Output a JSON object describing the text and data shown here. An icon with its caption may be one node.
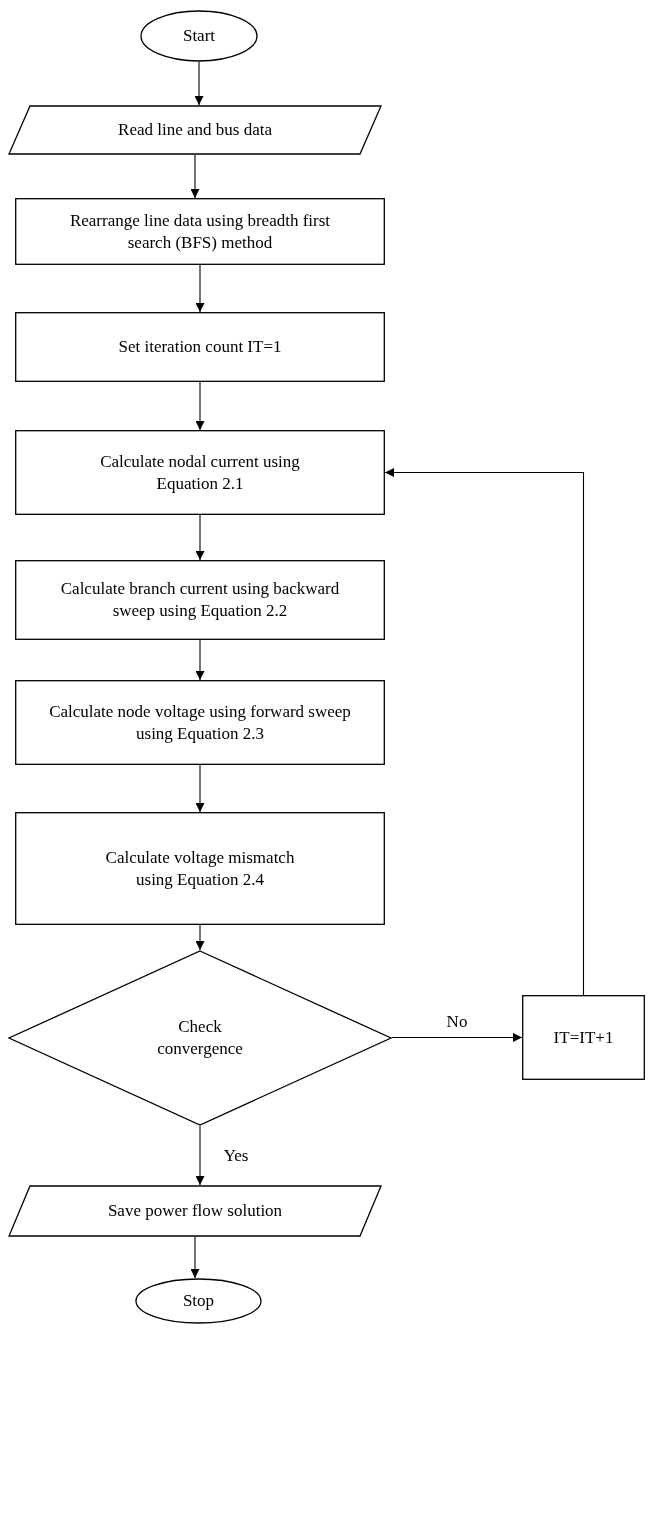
{
  "diagram": {
    "nodes": [
      {
        "text": [
          "Start"
        ]
      },
      {
        "text": [
          "Read line and bus data"
        ]
      },
      {
        "text": [
          "Rearrange line data using breadth first search (BFS) method"
        ]
      },
      {
        "text": [
          "Set iteration count IT=1"
        ]
      },
      {
        "text": [
          "Calculate nodal current using Equation 2.1"
        ]
      },
      {
        "text": [
          "Calculate branch current using backward sweep using Equation 2.2"
        ]
      },
      {
        "text": [
          "Calculate node voltage using forward sweep using Equation 2.3"
        ]
      },
      {
        "text": [
          "Calculate voltage mismatch using Equation 2.4"
        ]
      },
      {
        "text": [
          "Check convergence"
        ]
      },
      {
        "text": [
          "Save power flow solution"
        ]
      },
      {
        "text": [
          "Stop"
        ]
      },
      {
        "text": [
          "IT=IT+1"
        ]
      }
    ],
    "edges": [
      {
        "from": 0,
        "to": 1,
        "arrow": "to"
      },
      {
        "from": 1,
        "to": 2,
        "arrow": "to"
      },
      {
        "from": 2,
        "to": 3,
        "arrow": "to"
      },
      {
        "from": 3,
        "to": 4,
        "arrow": "to"
      },
      {
        "from": 4,
        "to": 5,
        "arrow": "to"
      },
      {
        "from": 5,
        "to": 6,
        "arrow": "to"
      },
      {
        "from": 6,
        "to": 7,
        "arrow": "to"
      },
      {
        "from": 7,
        "to": 8,
        "arrow": "to"
      },
      {
        "from": 8,
        "to": 9,
        "arrow": "to",
        "label": "Yes"
      },
      {
        "from": 9,
        "to": 10,
        "arrow": "to"
      },
      {
        "from": 8,
        "to": 11,
        "arrow": "to",
        "label": "No"
      },
      {
        "from": 11,
        "to": 4,
        "arrow": "to"
      }
    ]
  }
}
